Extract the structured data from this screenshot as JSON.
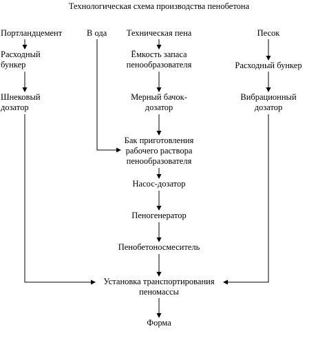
{
  "title": "Технологическая схема производства пенобетона",
  "nodes": {
    "cement": {
      "lines": [
        "Портландцемент"
      ]
    },
    "water": {
      "lines": [
        "В ода"
      ]
    },
    "foam": {
      "lines": [
        "Техническая пена"
      ]
    },
    "sand": {
      "lines": [
        "Песок"
      ]
    },
    "bunker_left": {
      "lines": [
        "Расходный",
        "бункер"
      ]
    },
    "foam_tank": {
      "lines": [
        "Ёмкость запаса",
        "пенообразователя"
      ]
    },
    "bunker_right": {
      "lines": [
        "Расходный бункер"
      ]
    },
    "screw_doser": {
      "lines": [
        "Шнековый",
        "дозатор"
      ]
    },
    "measuring_tank": {
      "lines": [
        "Мерный бачок-",
        "дозатор"
      ]
    },
    "vibro_doser": {
      "lines": [
        "Вибрационный",
        "дозатор"
      ]
    },
    "prep_tank": {
      "lines": [
        "Бак приготовления",
        "рабочего раствора",
        "пенообразователя"
      ]
    },
    "pump_doser": {
      "lines": [
        "Насос-дозатор"
      ]
    },
    "foam_generator": {
      "lines": [
        "Пеногенератор"
      ]
    },
    "mixer": {
      "lines": [
        "Пенобетоносмеситель"
      ]
    },
    "transport": {
      "lines": [
        "Установка транспортирования",
        "пеномассы"
      ]
    },
    "form": {
      "lines": [
        "Форма"
      ]
    }
  }
}
